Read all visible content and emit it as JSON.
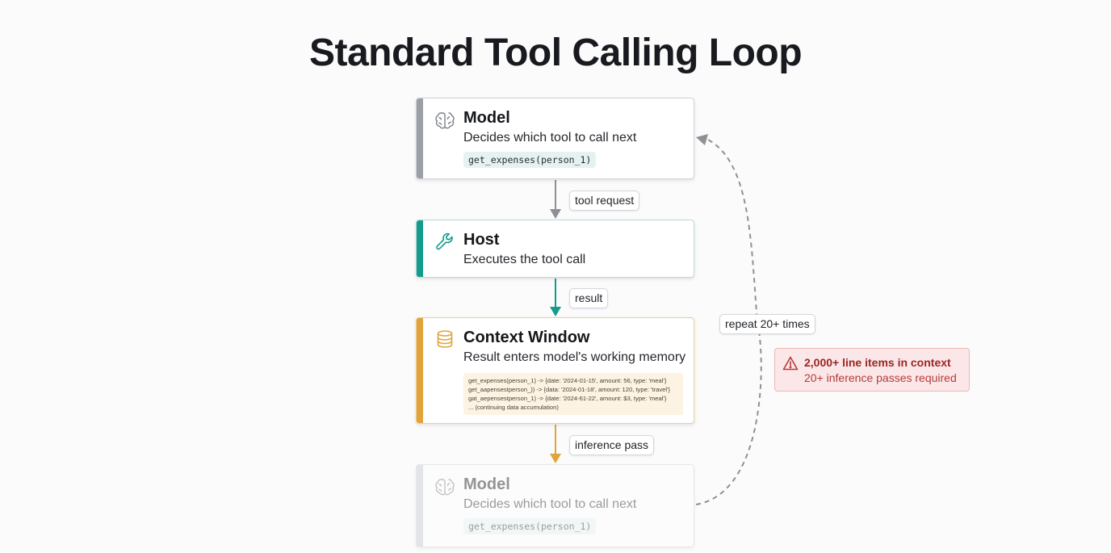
{
  "title": "Standard Tool Calling Loop",
  "nodes": {
    "model": {
      "title": "Model",
      "description": "Decides which tool to call next",
      "code": "get_expenses(person_1)",
      "icon": "brain-icon"
    },
    "host": {
      "title": "Host",
      "description": "Executes the tool call",
      "icon": "wrench-icon"
    },
    "context": {
      "title": "Context Window",
      "description": "Result enters model's working memory",
      "icon": "database-icon",
      "code_lines": [
        "get_expenses(person_1) -> {date: '2024-01-15', amount: 56, type: 'meal'}",
        "get_aapensestperson_)) -> {data: '2024-01-18', amount: 120, type: 'travel'}",
        "gat_aepensestperson_1) -> {date: '2024-61-22', amount: $3, type: 'meal'}",
        "... (continuing data accumulation)"
      ]
    },
    "model_repeat": {
      "title": "Model",
      "description": "Decides which tool to call next",
      "code": "get_expenses(person_1)",
      "icon": "brain-icon"
    }
  },
  "edges": {
    "tool_request": "tool request",
    "result": "result",
    "inference_pass": "inference pass",
    "repeat": "repeat 20+ times"
  },
  "warning": {
    "title": "2,000+ line items in context",
    "subtitle": "20+ inference passes required",
    "icon": "warning-triangle-icon"
  },
  "colors": {
    "model": "#9aa0a6",
    "host": "#139c8b",
    "context": "#e0a43a",
    "warning": "#9b2626",
    "loop_arrow": "#8d9196"
  }
}
